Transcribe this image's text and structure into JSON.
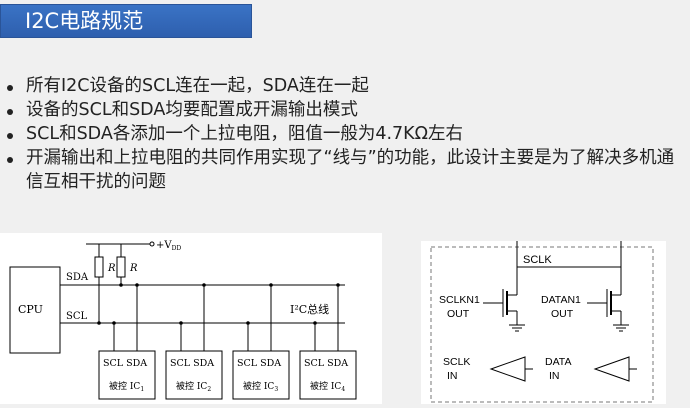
{
  "slide": {
    "title": "I2C电路规范",
    "bullets": [
      "所有I2C设备的SCL连在一起，SDA连在一起",
      "设备的SCL和SDA均要配置成开漏输出模式",
      "SCL和SDA各添加一个上拉电阻，阻值一般为4.7KΩ左右",
      "开漏输出和上拉电阻的共同作用实现了“线与”的功能，此设计主要是为了解决多机通信互相干扰的问题"
    ]
  },
  "figure_bus": {
    "cpu_label": "CPU",
    "sda_label": "SDA",
    "scl_label": "SCL",
    "vdd_label": "+V",
    "vdd_sub": "DD",
    "resistor_label": "R",
    "bus_label": "I²C总线",
    "ics": [
      {
        "pins": "SCL SDA",
        "label": "被控 IC",
        "sub": "1"
      },
      {
        "pins": "SCL SDA",
        "label": "被控 IC",
        "sub": "2"
      },
      {
        "pins": "SCL SDA",
        "label": "被控 IC",
        "sub": "3"
      },
      {
        "pins": "SCL SDA",
        "label": "被控 IC",
        "sub": "4"
      }
    ]
  },
  "figure_driver": {
    "line_label": "SCLK",
    "out1": [
      "SCLKN1",
      "OUT"
    ],
    "out2": [
      "DATAN1",
      "OUT"
    ],
    "in1": [
      "SCLK",
      "IN"
    ],
    "in2": [
      "DATA",
      "IN"
    ]
  }
}
